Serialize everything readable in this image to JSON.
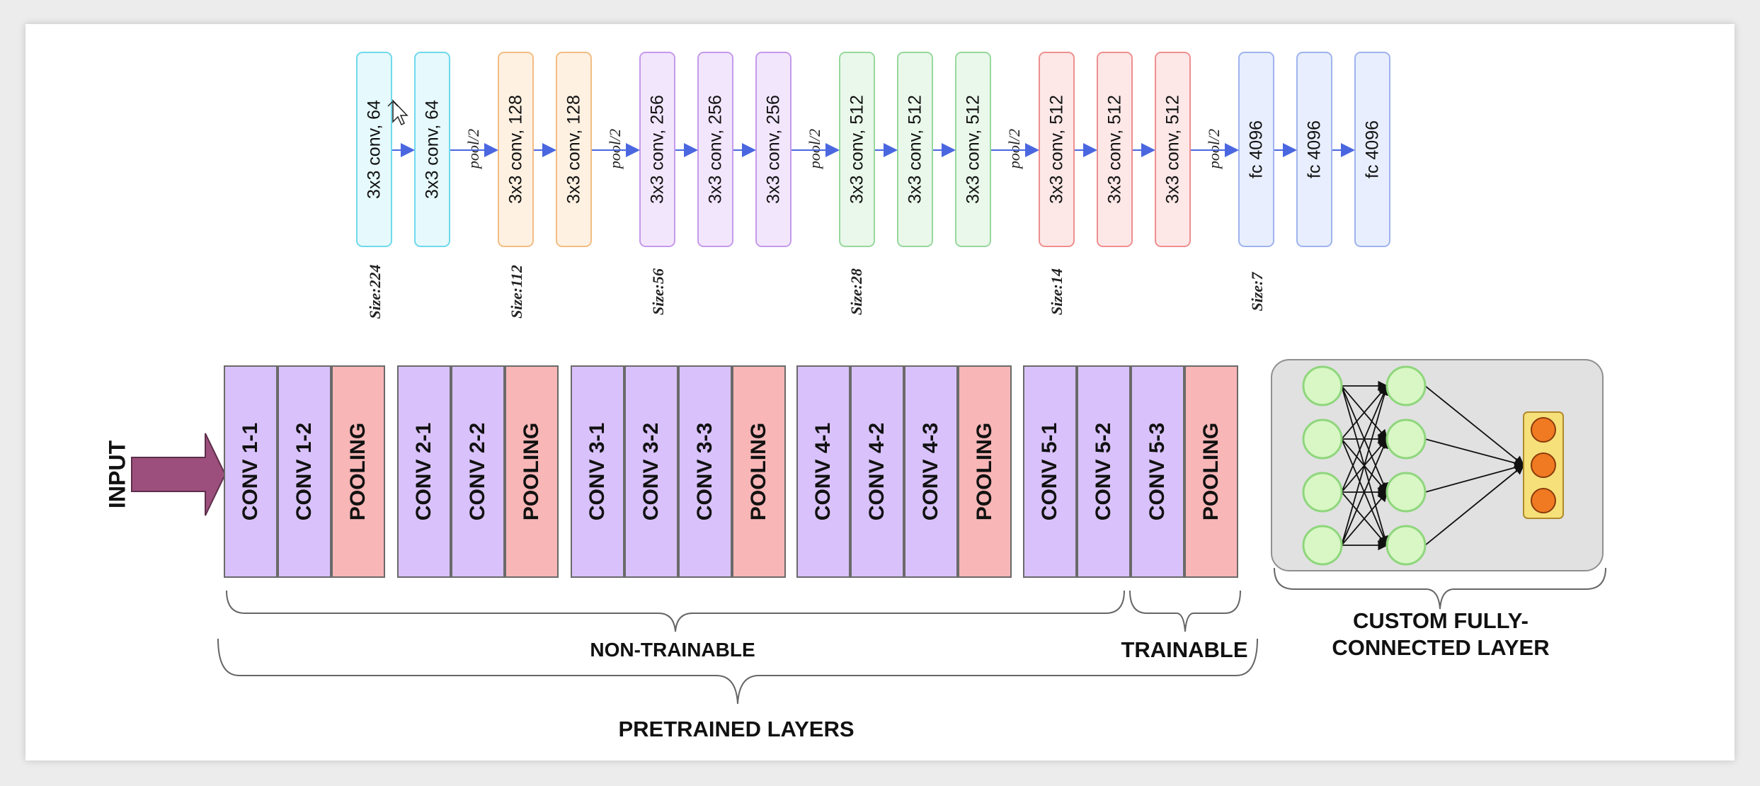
{
  "top_row": {
    "blocks": [
      {
        "label": "3x3 conv, 64",
        "group": "c64"
      },
      {
        "label": "3x3 conv, 64",
        "group": "c64"
      },
      {
        "label": "3x3 conv, 128",
        "group": "c128"
      },
      {
        "label": "3x3 conv, 128",
        "group": "c128"
      },
      {
        "label": "3x3 conv, 256",
        "group": "c256"
      },
      {
        "label": "3x3 conv, 256",
        "group": "c256"
      },
      {
        "label": "3x3 conv, 256",
        "group": "c256"
      },
      {
        "label": "3x3 conv, 512",
        "group": "c512g"
      },
      {
        "label": "3x3 conv, 512",
        "group": "c512g"
      },
      {
        "label": "3x3 conv, 512",
        "group": "c512g"
      },
      {
        "label": "3x3 conv, 512",
        "group": "c512r"
      },
      {
        "label": "3x3 conv, 512",
        "group": "c512r"
      },
      {
        "label": "3x3 conv, 512",
        "group": "c512r"
      },
      {
        "label": "fc 4096",
        "group": "cfc"
      },
      {
        "label": "fc 4096",
        "group": "cfc"
      },
      {
        "label": "fc 4096",
        "group": "cfc"
      }
    ],
    "pool_label": "pool/2",
    "sizes": [
      "Size:224",
      "Size:112",
      "Size:56",
      "Size:28",
      "Size:14",
      "Size:7"
    ],
    "colors": {
      "c64": "#6fd9ec",
      "c128": "#f2bd83",
      "c256": "#c59aeb",
      "c512g": "#98d89c",
      "c512r": "#ee8f8f",
      "cfc": "#9fb3ee",
      "arrow": "#4a67e0"
    }
  },
  "bottom_row": {
    "input_label": "INPUT",
    "cells": [
      "CONV 1-1",
      "CONV 1-2",
      "POOLING",
      "CONV 2-1",
      "CONV 2-2",
      "POOLING",
      "CONV 3-1",
      "CONV 3-2",
      "CONV 3-3",
      "POOLING",
      "CONV 4-1",
      "CONV 4-2",
      "CONV 4-3",
      "POOLING",
      "CONV 5-1",
      "CONV 5-2",
      "CONV 5-3",
      "POOLING"
    ],
    "colors": {
      "conv": "#d9c2fb",
      "pooling": "#f8b6b6",
      "input_arrow": "#9c4f7c"
    }
  },
  "brackets": {
    "non_trainable": "NON-TRAINABLE",
    "trainable": "TRAINABLE",
    "pretrained": "PRETRAINED LAYERS",
    "custom_line1": "CUSTOM FULLY-",
    "custom_line2": "CONNECTED LAYER"
  },
  "fc_panel": {
    "colors": {
      "node": "#d8f7c4",
      "node_border": "#8fd67d",
      "output": "#f07a22",
      "output_box": "#f6e07a"
    }
  }
}
